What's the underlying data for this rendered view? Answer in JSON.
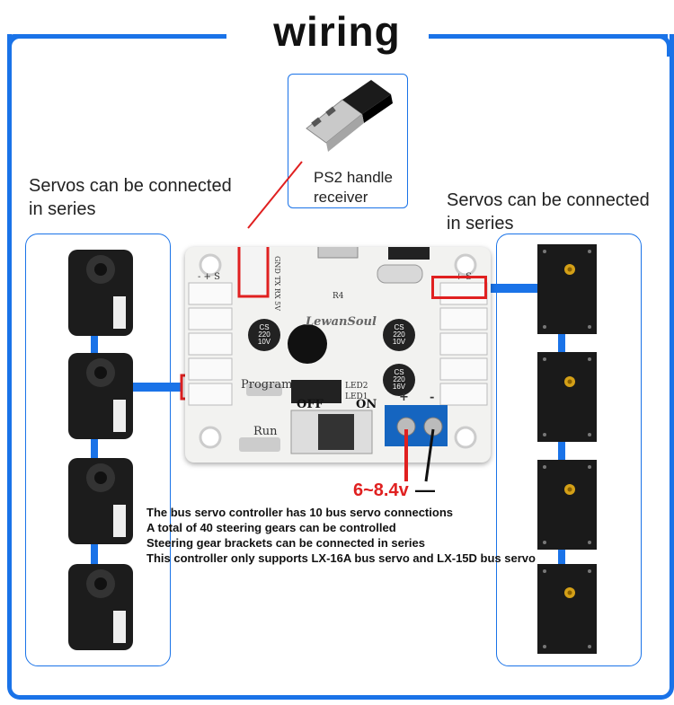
{
  "title": "wiring",
  "receiver_label": [
    "PS2 handle",
    "receiver"
  ],
  "left_label": [
    "Servos can be connected",
    "in series"
  ],
  "right_label": [
    "Servos can be connected",
    "in series"
  ],
  "board": {
    "brand": "LewanSoul",
    "program_label": "Program",
    "run_label": "Run",
    "off_label": "OFF",
    "on_label": "ON",
    "plus_label": "+",
    "minus_label": "-",
    "header_label": "GND TX RX 5V",
    "r4_label": "R4",
    "led2_label": "LED2",
    "led1_label": "LED1",
    "servo_port_label": "- + S",
    "cap_labels": [
      [
        "CS",
        "220",
        "10V"
      ],
      [
        "CS",
        "220",
        "10V"
      ],
      [
        "CS",
        "220",
        "16V"
      ]
    ]
  },
  "voltage": "6~8.4v",
  "ground_symbol": "—",
  "info_lines": [
    "The bus servo controller has 10 bus servo connections",
    "A total of 40 steering gears can be controlled",
    "Steering gear brackets can be connected in series",
    "This controller only supports LX-16A bus servo and LX-15D bus servo"
  ],
  "colors": {
    "accent": "#1a73e8",
    "highlight": "#e02020"
  }
}
